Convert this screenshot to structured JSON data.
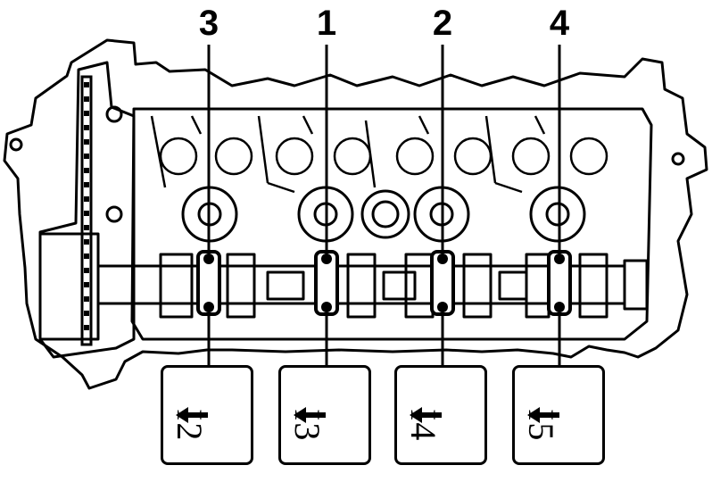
{
  "callouts": {
    "numbers": [
      "3",
      "1",
      "2",
      "4"
    ],
    "tags": [
      "I2",
      "I3",
      "I4",
      "I5"
    ]
  },
  "colors": {
    "ink": "#000000",
    "paper": "#ffffff"
  }
}
